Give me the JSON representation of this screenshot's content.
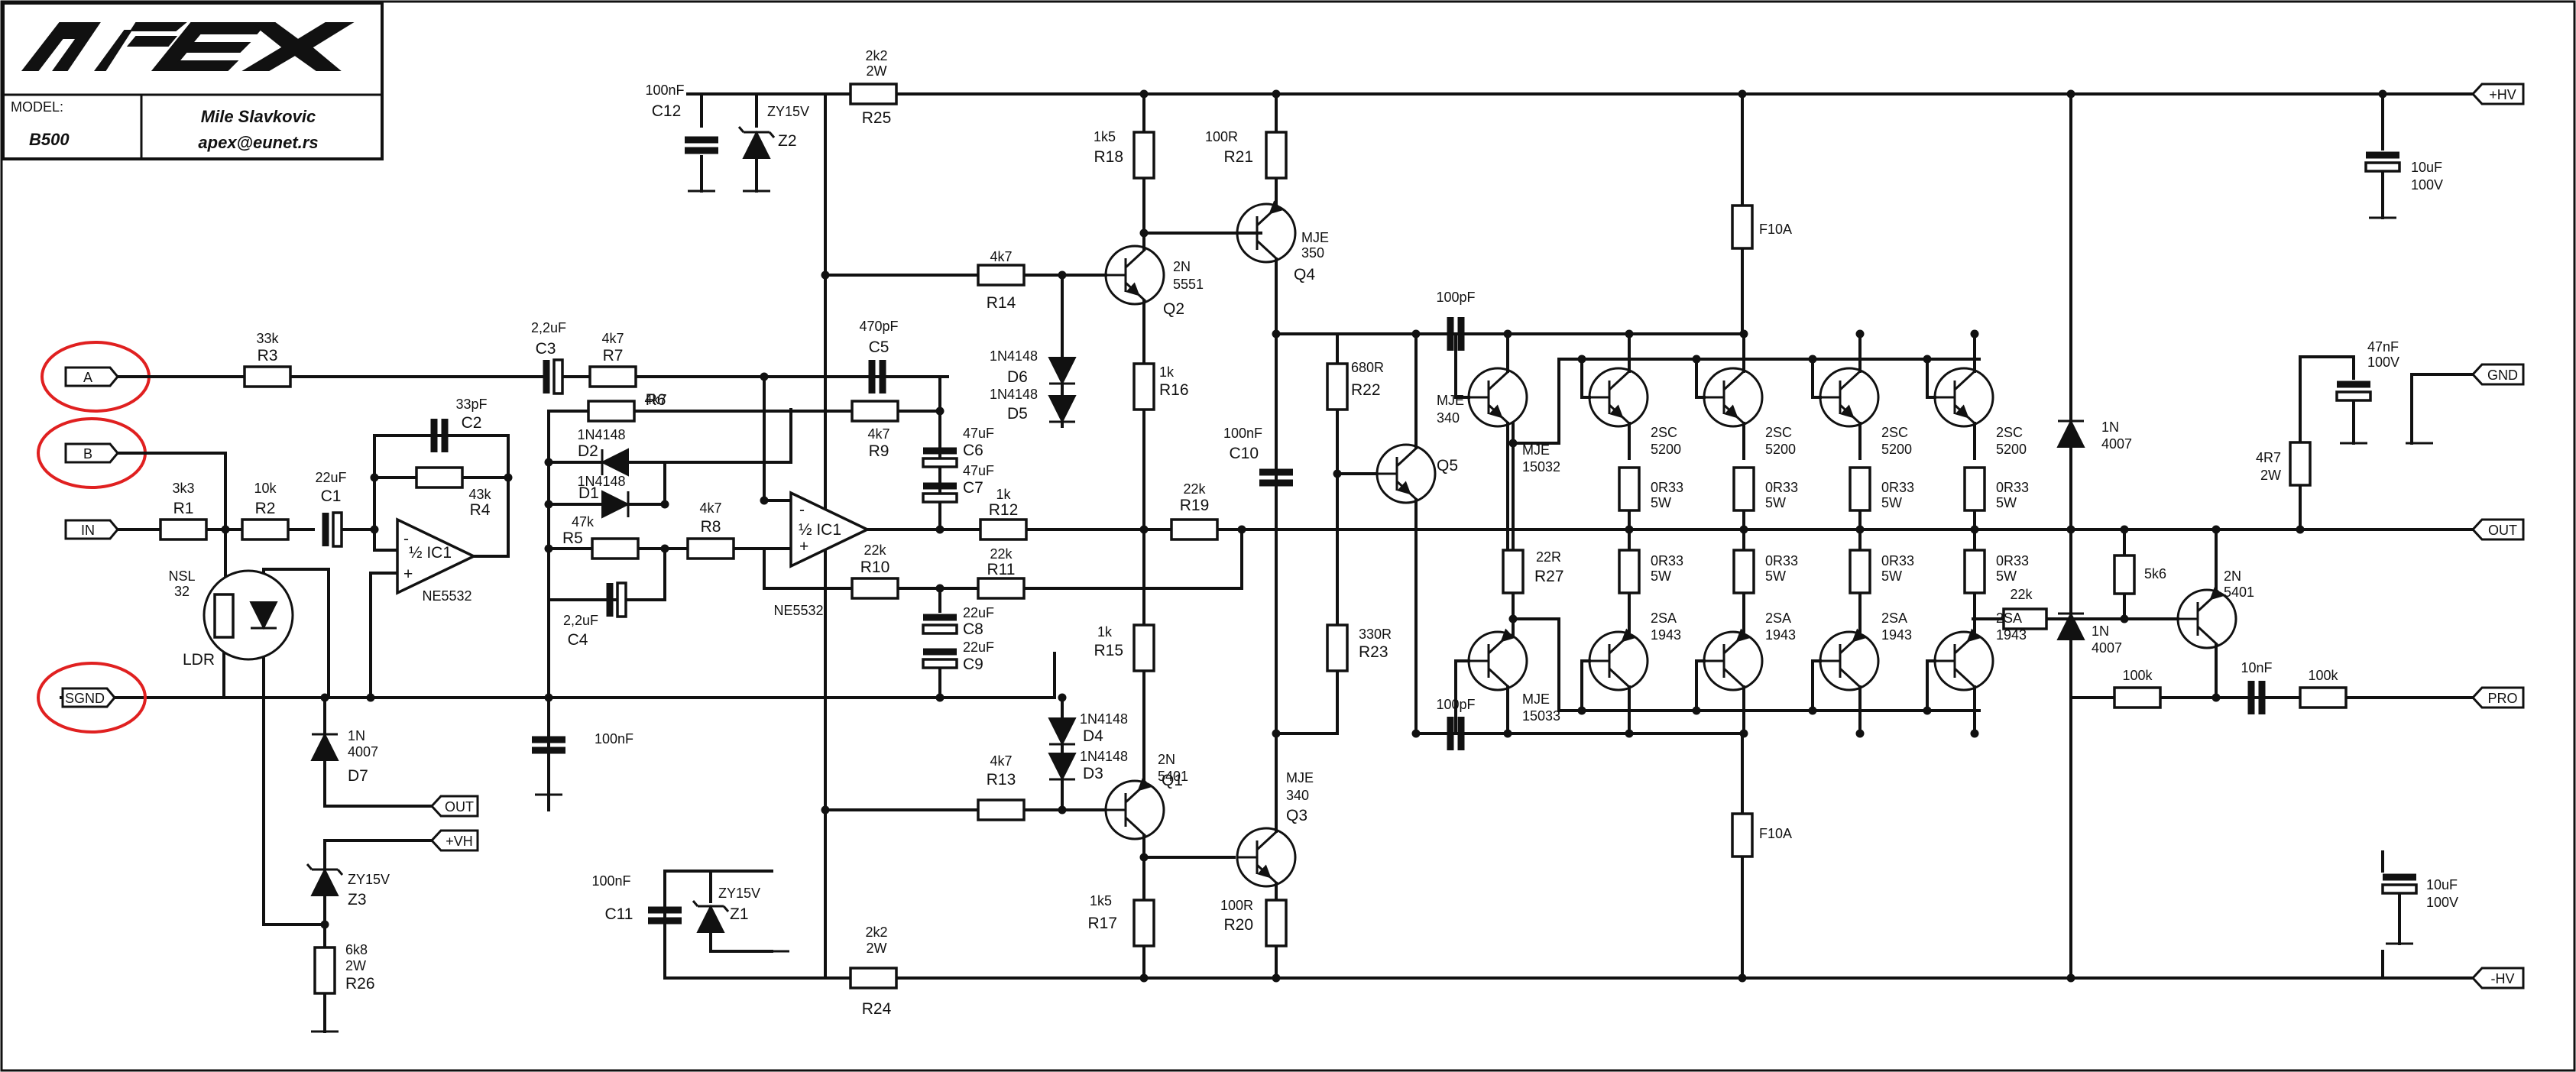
{
  "title_block": {
    "brand": "APEX",
    "model_label": "MODEL:",
    "model": "B500",
    "author": "Mile Slavkovic",
    "email": "apex@eunet.rs"
  },
  "ports": {
    "A": "A",
    "B": "B",
    "IN": "IN",
    "SGND": "SGND",
    "OUT_LDR": "OUT",
    "VH": "+VH",
    "HV_POS": "+HV",
    "HV_NEG": "-HV",
    "GND": "GND",
    "OUT": "OUT",
    "PRO": "PRO"
  },
  "highlight_color": "#e02020",
  "components": {
    "R1": {
      "ref": "R1",
      "val": "3k3"
    },
    "R2": {
      "ref": "R2",
      "val": "10k"
    },
    "R3": {
      "ref": "R3",
      "val": "33k"
    },
    "R4": {
      "ref": "R4",
      "val": "43k"
    },
    "R5": {
      "ref": "R5",
      "val": "47k"
    },
    "R6": {
      "ref": "R6",
      "val": "4k7"
    },
    "R7": {
      "ref": "R7",
      "val": "4k7"
    },
    "R8": {
      "ref": "R8",
      "val": "4k7"
    },
    "R9": {
      "ref": "R9",
      "val": "4k7"
    },
    "R10": {
      "ref": "R10",
      "val": "22k"
    },
    "R11": {
      "ref": "R11",
      "val": "22k"
    },
    "R12": {
      "ref": "R12",
      "val": "1k"
    },
    "R13": {
      "ref": "R13",
      "val": "4k7"
    },
    "R14": {
      "ref": "R14",
      "val": "4k7"
    },
    "R15": {
      "ref": "R15",
      "val": "1k"
    },
    "R16": {
      "ref": "R16",
      "val": "1k"
    },
    "R17": {
      "ref": "R17",
      "val": "1k5"
    },
    "R18": {
      "ref": "R18",
      "val": "1k5"
    },
    "R19": {
      "ref": "R19",
      "val": "22k"
    },
    "R20": {
      "ref": "R20",
      "val": "100R"
    },
    "R21": {
      "ref": "R21",
      "val": "100R"
    },
    "R22": {
      "ref": "R22",
      "val": "680R"
    },
    "R23": {
      "ref": "R23",
      "val": "330R"
    },
    "R24": {
      "ref": "R24",
      "val": "2k2",
      "val2": "2W"
    },
    "R25": {
      "ref": "R25",
      "val": "2k2",
      "val2": "2W"
    },
    "R26": {
      "ref": "R26",
      "val": "6k8",
      "val2": "2W"
    },
    "R27": {
      "ref": "R27",
      "val": "22R"
    },
    "C1": {
      "ref": "C1",
      "val": "22uF"
    },
    "C2": {
      "ref": "C2",
      "val": "33pF"
    },
    "C3": {
      "ref": "C3",
      "val": "2,2uF"
    },
    "C4": {
      "ref": "C4",
      "val": "2,2uF"
    },
    "C5": {
      "ref": "C5",
      "val": "470pF"
    },
    "C6": {
      "ref": "C6",
      "val": "47uF"
    },
    "C7": {
      "ref": "C7",
      "val": "47uF"
    },
    "C8": {
      "ref": "C8",
      "val": "22uF"
    },
    "C9": {
      "ref": "C9",
      "val": "22uF"
    },
    "C10": {
      "ref": "C10",
      "val": "100nF"
    },
    "C11": {
      "ref": "C11",
      "val": "100nF"
    },
    "C12": {
      "ref": "C12",
      "val": "100nF"
    },
    "D1": {
      "ref": "D1",
      "val": "1N4148"
    },
    "D2": {
      "ref": "D2",
      "val": "1N4148"
    },
    "D3": {
      "ref": "D3",
      "val": "1N4148"
    },
    "D4": {
      "ref": "D4",
      "val": "1N4148"
    },
    "D5": {
      "ref": "D5",
      "val": "1N4148"
    },
    "D6": {
      "ref": "D6",
      "val": "1N4148"
    },
    "D7": {
      "ref": "D7",
      "val": "1N",
      "val2": "4007"
    },
    "Z1": {
      "ref": "Z1",
      "val": "ZY15V"
    },
    "Z2": {
      "ref": "Z2",
      "val": "ZY15V"
    },
    "Z3": {
      "ref": "Z3",
      "val": "ZY15V"
    },
    "Q1": {
      "ref": "Q1",
      "val": "2N",
      "val2": "5401"
    },
    "Q2": {
      "ref": "Q2",
      "val": "2N",
      "val2": "5551"
    },
    "Q3": {
      "ref": "Q3",
      "val": "MJE",
      "val2": "340"
    },
    "Q4": {
      "ref": "Q4",
      "val": "MJE",
      "val2": "350"
    },
    "Q5": {
      "ref": "Q5",
      "val": "MJE",
      "val2": "340"
    },
    "IC1a": {
      "ref": "½ IC1",
      "val": "NE5532"
    },
    "IC1b": {
      "ref": "½ IC1",
      "val": "NE5532"
    },
    "LDR": {
      "ref": "LDR",
      "val": "NSL",
      "val2": "32"
    }
  },
  "misc": {
    "mje15032": "MJE",
    "mje15032b": "15032",
    "mje15033": "MJE",
    "mje15033b": "15033",
    "p2sc": "2SC",
    "p5200": "5200",
    "p2sa": "2SA",
    "p1943": "1943",
    "r033": "0R33",
    "r5w": "5W",
    "f10a": "F10A",
    "c100pf": "100pF",
    "c100nf": "100nF",
    "c10uf": "10uF",
    "v100": "100V",
    "c47nf": "47nF",
    "c100v": "100V",
    "r4r7": "4R7",
    "r2w": "2W",
    "d1n": "1N",
    "d4007": "4007",
    "r22k": "22k",
    "r5k6": "5k6",
    "r100k": "100k",
    "c10nf": "10nF",
    "q2n": "2N",
    "q5401": "5401",
    "minus": "-",
    "plus": "+"
  }
}
